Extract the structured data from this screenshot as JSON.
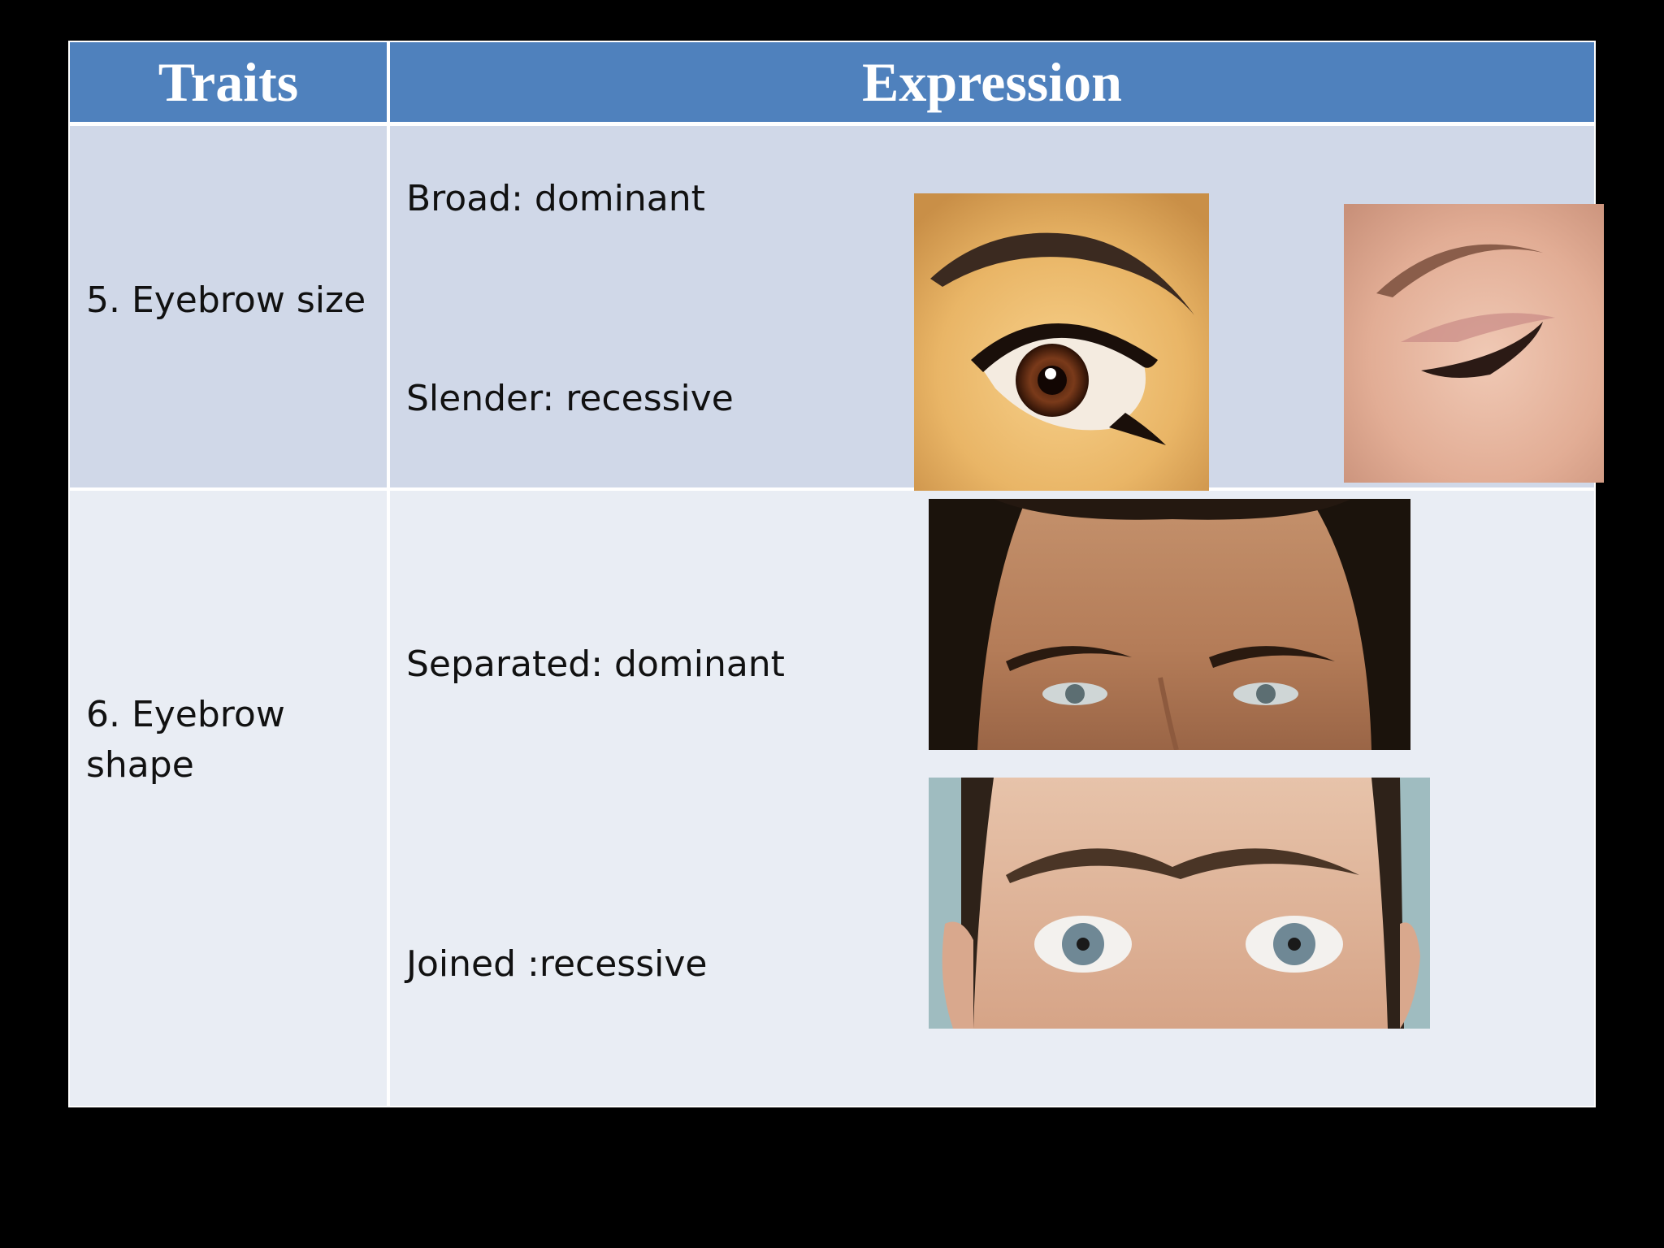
{
  "header": {
    "traits": "Traits",
    "expression": "Expression"
  },
  "rows": [
    {
      "trait": "5. Eyebrow size",
      "expressions": [
        "Broad: dominant",
        "Slender: recessive"
      ],
      "images": [
        "eye-broad-eyebrow-photo",
        "eye-slender-eyebrow-photo"
      ]
    },
    {
      "trait_line1": "6. Eyebrow",
      "trait_line2": "shape",
      "expressions": [
        "Separated: dominant",
        "Joined :recessive"
      ],
      "images": [
        "separated-eyebrows-photo",
        "joined-eyebrows-photo"
      ]
    }
  ],
  "colors": {
    "header_bg": "#4f81bd",
    "row1_bg": "#d0d8e8",
    "row2_bg": "#e9edf4",
    "slide_bg": "#000000"
  }
}
